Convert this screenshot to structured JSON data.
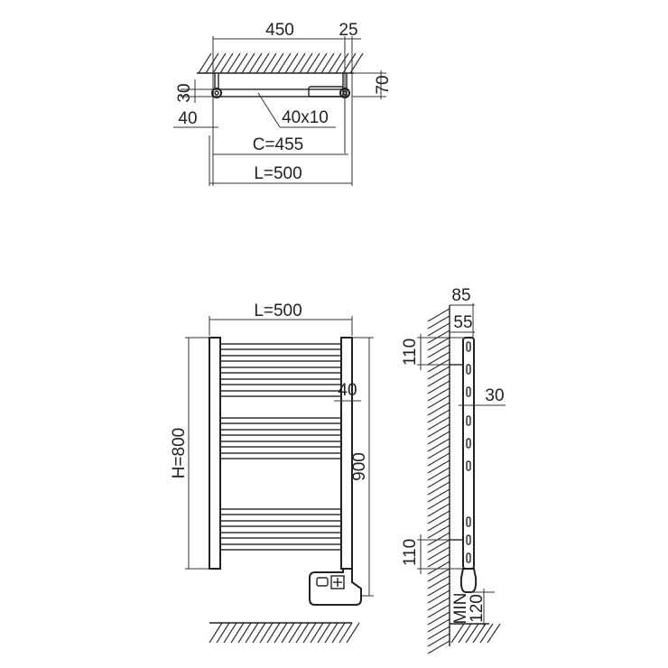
{
  "top_view": {
    "width_450": "450",
    "offset_25": "25",
    "depth_70": "70",
    "height_30": "30",
    "offset_40": "40",
    "profile": "40x10",
    "centers": "C=455",
    "length": "L=500"
  },
  "front_view": {
    "length": "L=500",
    "height": "H=800",
    "total_height": "900",
    "offset_40": "40"
  },
  "side_view": {
    "depth_85": "85",
    "depth_55": "55",
    "bracket_top": "110",
    "bracket_bottom": "110",
    "tube_30": "30",
    "min_label": "MIN",
    "min_value": "120"
  }
}
